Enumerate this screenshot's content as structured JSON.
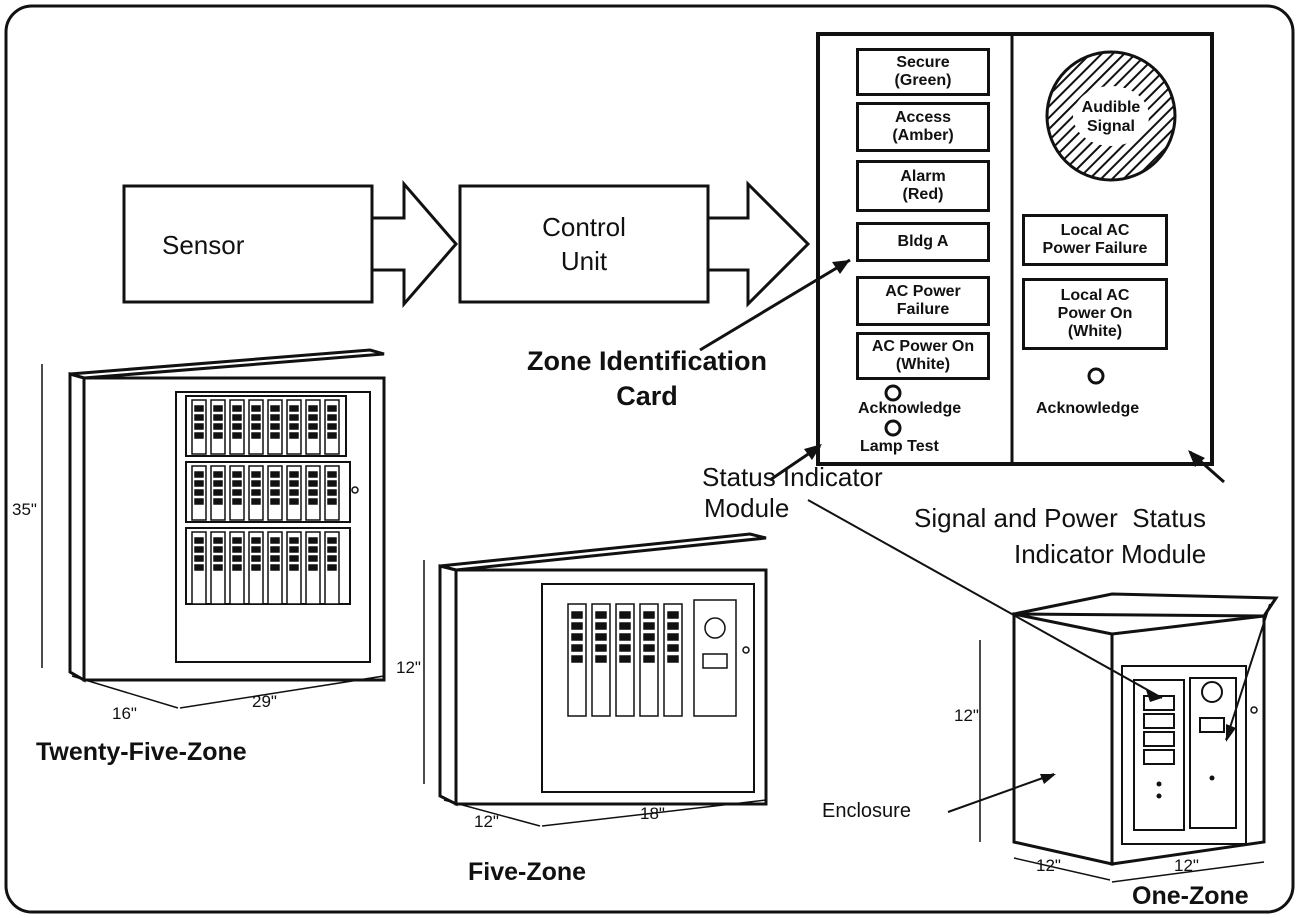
{
  "flow": {
    "sensor": "Sensor",
    "control_unit": [
      "Control",
      "Unit"
    ]
  },
  "status_module": {
    "indicators": [
      [
        "Secure",
        "(Green)"
      ],
      [
        "Access",
        "(Amber)"
      ],
      [
        "Alarm",
        "(Red)"
      ],
      [
        "Bldg A"
      ],
      [
        "AC Power",
        "Failure"
      ],
      [
        "AC Power On",
        "(White)"
      ]
    ],
    "acknowledge": "Acknowledge",
    "lamp_test": "Lamp Test"
  },
  "signal_module": {
    "audible": [
      "Audible",
      "Signal"
    ],
    "indicators": [
      [
        "Local AC",
        "Power Failure"
      ],
      [
        "Local AC",
        "Power On",
        "(White)"
      ]
    ],
    "acknowledge": "Acknowledge"
  },
  "labels": {
    "zone_card": [
      "Zone Identification",
      "Card"
    ],
    "status_indicator_module": [
      "Status Indicator",
      "Module"
    ],
    "signal_power_module": [
      "Signal and Power  Status",
      "Indicator Module"
    ],
    "enclosure": "Enclosure"
  },
  "units": {
    "twenty_five": {
      "name": "Twenty-Five-Zone",
      "height": "35\"",
      "depth": "16\"",
      "width": "29\""
    },
    "five": {
      "name": "Five-Zone",
      "height": "12\"",
      "depth": "12\"",
      "width": "18\""
    },
    "one": {
      "name": "One-Zone",
      "height": "12\"",
      "depth": "12\"",
      "width": "12\""
    }
  }
}
